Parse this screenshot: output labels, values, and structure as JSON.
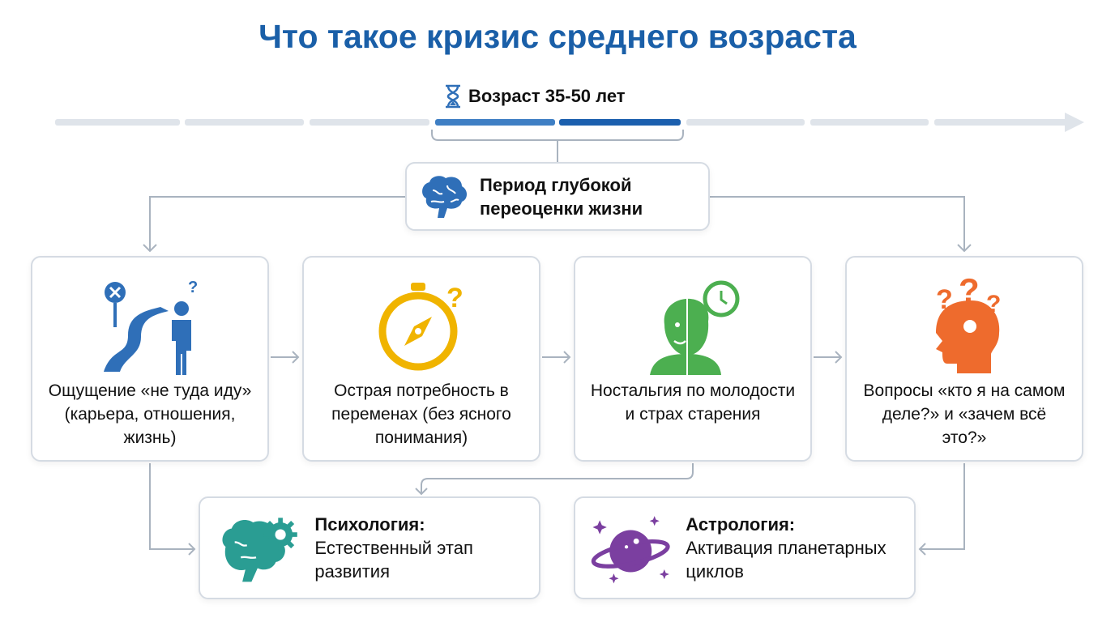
{
  "title": "Что такое кризис среднего возраста",
  "timeline": {
    "label": "Возраст 35-50 лет",
    "icon": "hourglass-icon",
    "highlight_colors": [
      "#3f7fc4",
      "#1b5fae"
    ]
  },
  "center": {
    "text_line1": "Период глубокой",
    "text_line2": "переоценки жизни",
    "icon": "brain-icon"
  },
  "cards": [
    {
      "text": "Ощущение «не туда иду» (карьера, отношения, жизнь)",
      "icon": "lost-road-icon",
      "color": "#2f6fb8"
    },
    {
      "text": "Острая потребность в переменах (без ясного понимания)",
      "icon": "compass-icon",
      "color": "#f0b400"
    },
    {
      "text": "Ностальгия по молодости и страх старения",
      "icon": "aging-face-icon",
      "color": "#4caf50"
    },
    {
      "text": "Вопросы «кто я на самом деле?» и «зачем всё это?»",
      "icon": "question-head-icon",
      "color": "#ee6b2d"
    }
  ],
  "bottom": [
    {
      "heading": "Психология:",
      "text": "Естественный этап развития",
      "icon": "brain-gear-icon",
      "color": "#2a9d93"
    },
    {
      "heading": "Астрология:",
      "text": "Активация планетарных циклов",
      "icon": "planet-icon",
      "color": "#7b3fa0"
    }
  ]
}
